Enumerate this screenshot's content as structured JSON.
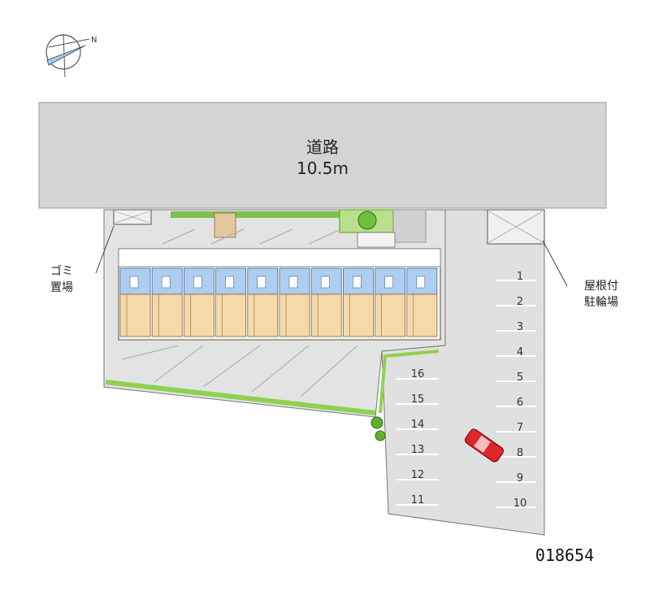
{
  "compass": {
    "north_label": "N",
    "icon": "compass-icon"
  },
  "road": {
    "name": "道路",
    "width": "10.5m"
  },
  "garbage": {
    "line1": "ゴミ",
    "line2": "置場"
  },
  "bike": {
    "line1": "屋根付",
    "line2": "駐輪場"
  },
  "parking": {
    "right_spaces": [
      "1",
      "2",
      "3",
      "4",
      "5",
      "6",
      "7",
      "8",
      "9",
      "10"
    ],
    "left_spaces": [
      "16",
      "15",
      "14",
      "13",
      "12",
      "11"
    ]
  },
  "building": {
    "units": 10
  },
  "car": {
    "space": "8",
    "color": "#e0262b"
  },
  "code": "018654",
  "colors": {
    "road": "#d4d4d4",
    "lot": "#e3e3e3",
    "unit_blue": "#aecdf0",
    "unit_beige": "#f5d9a8",
    "green": "#8fd14f"
  }
}
